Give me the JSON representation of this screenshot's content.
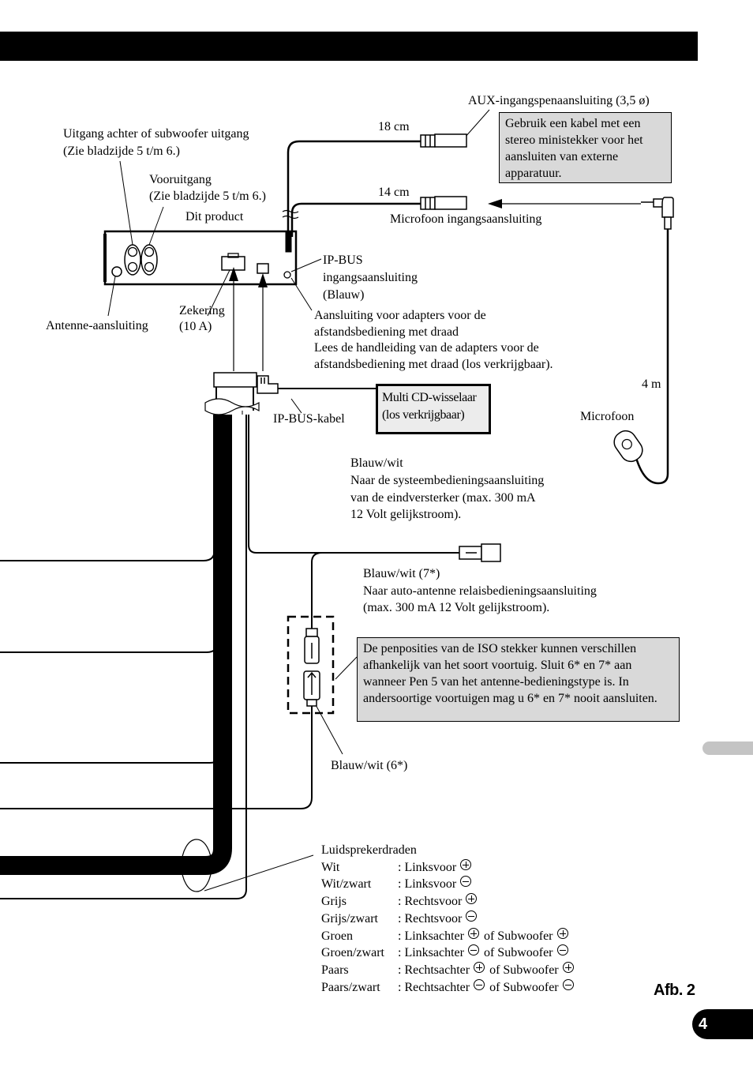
{
  "page": {
    "figure_label": "Afb. 2",
    "page_number": "4"
  },
  "labels": {
    "aux_input": "AUX-ingangspenaansluiting (3,5 ø)",
    "aux_note": "Gebruik een kabel met een stereo ministekker voor het aansluiten van externe apparatuur.",
    "len_18": "18 cm",
    "len_14": "14 cm",
    "mic_input": "Microfoon ingangsaansluiting",
    "rear_out_1": "Uitgang achter of subwoofer uitgang",
    "rear_out_2": "(Zie bladzijde 5 t/m 6.)",
    "front_out_1": "Vooruitgang",
    "front_out_2": "(Zie bladzijde 5 t/m 6.)",
    "product": "Dit product",
    "ipbus_1": "IP-BUS",
    "ipbus_2": "ingangsaansluiting",
    "ipbus_3": "(Blauw)",
    "antenna": "Antenne-aansluiting",
    "fuse_1": "Zekering",
    "fuse_2": "(10 A)",
    "remote_1": "Aansluiting voor adapters voor de",
    "remote_2": "afstandsbediening met draad",
    "remote_3": "Lees de handleiding van de adapters voor de",
    "remote_4": "afstandsbediening met draad (los verkrijgbaar).",
    "mic_len": "4 m",
    "cd_changer_1": "Multi CD-wisselaar",
    "cd_changer_2": "(los verkrijgbaar)",
    "ipbus_cable": "IP-BUS-kabel",
    "microphone": "Microfoon",
    "bw1_1": "Blauw/wit",
    "bw1_2": "Naar de systeembedieningsaansluiting",
    "bw1_3": "van de eindversterker (max. 300 mA",
    "bw1_4": "12 Volt gelijkstroom).",
    "bw7_1": "Blauw/wit (7*)",
    "bw7_2": "Naar auto-antenne relaisbedieningsaansluiting",
    "bw7_3": "(max. 300 mA 12 Volt gelijkstroom).",
    "iso_note": "De penposities van de ISO stekker kunnen verschillen afhankelijk van het soort voortuig. Sluit 6* en 7* aan wanneer Pen 5 van het antenne-bedieningstype is. In andersoortige voortuigen mag u 6* en 7* nooit aansluiten.",
    "bw6": "Blauw/wit (6*)",
    "speaker_title": "Luidsprekerdraden"
  },
  "speaker_wires": [
    {
      "color": "Wit",
      "function": ": Linksvoor",
      "polarity": "plus",
      "sub": "",
      "sub_polarity": ""
    },
    {
      "color": "Wit/zwart",
      "function": ": Linksvoor",
      "polarity": "minus",
      "sub": "",
      "sub_polarity": ""
    },
    {
      "color": "Grijs",
      "function": ": Rechtsvoor",
      "polarity": "plus",
      "sub": "",
      "sub_polarity": ""
    },
    {
      "color": "Grijs/zwart",
      "function": ": Rechtsvoor",
      "polarity": "minus",
      "sub": "",
      "sub_polarity": ""
    },
    {
      "color": "Groen",
      "function": ": Linksachter",
      "polarity": "plus",
      "sub": "of Subwoofer",
      "sub_polarity": "plus"
    },
    {
      "color": "Groen/zwart",
      "function": ": Linksachter",
      "polarity": "minus",
      "sub": "of Subwoofer",
      "sub_polarity": "minus"
    },
    {
      "color": "Paars",
      "function": ": Rechtsachter",
      "polarity": "plus",
      "sub": "of Subwoofer",
      "sub_polarity": "plus"
    },
    {
      "color": "Paars/zwart",
      "function": ": Rechtsachter",
      "polarity": "minus",
      "sub": "of Subwoofer",
      "sub_polarity": "minus"
    }
  ]
}
